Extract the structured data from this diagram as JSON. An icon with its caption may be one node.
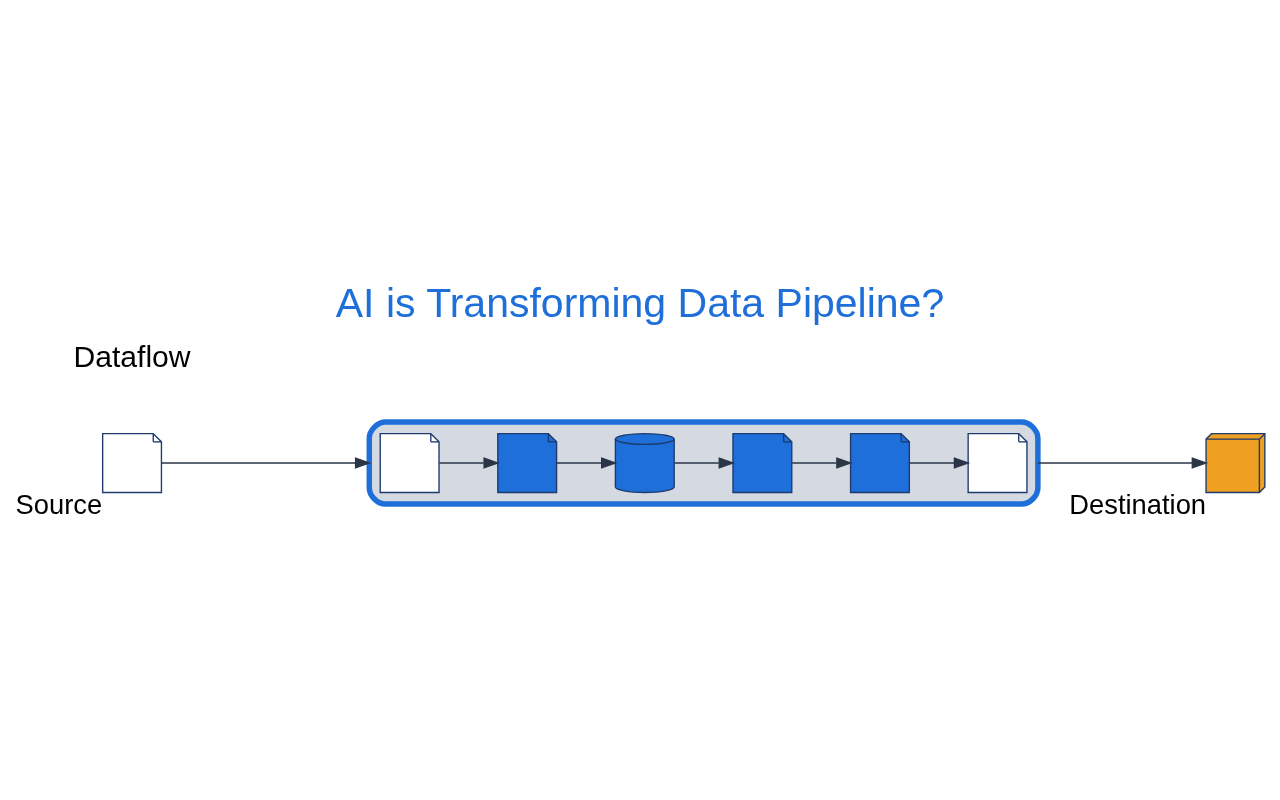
{
  "diagram": {
    "title": "AI is Transforming Data Pipeline?",
    "nodes": [
      {
        "text": [],
        "shape": "picture",
        "beside": [
          "Source"
        ]
      },
      {
        "text": [],
        "shape": "cylinder"
      },
      {
        "text": [],
        "shape": "picture",
        "in": 1
      },
      {
        "text": [],
        "shape": "picture",
        "in": 1
      },
      {
        "text": [],
        "shape": "cylinder",
        "in": 1
      },
      {
        "text": [],
        "shape": "picture",
        "in": 1
      },
      {
        "text": [],
        "shape": "picture",
        "in": 1
      },
      {
        "text": [],
        "shape": "picture",
        "in": 1
      },
      {
        "text": [],
        "shape": "box",
        "beside": [
          "Destination"
        ]
      }
    ],
    "edges": [
      {
        "from": 0,
        "to": 1,
        "arrow": "to"
      },
      {
        "from": 2,
        "to": 3,
        "arrow": "to"
      },
      {
        "from": 3,
        "to": 4,
        "arrow": "to"
      },
      {
        "from": 4,
        "to": 5,
        "arrow": "to"
      },
      {
        "from": 5,
        "to": 6,
        "arrow": "to"
      },
      {
        "from": 6,
        "to": 7,
        "arrow": "to"
      },
      {
        "from": 1,
        "to": 8,
        "arrow": "to"
      }
    ],
    "labels": [
      "Dataflow"
    ]
  }
}
